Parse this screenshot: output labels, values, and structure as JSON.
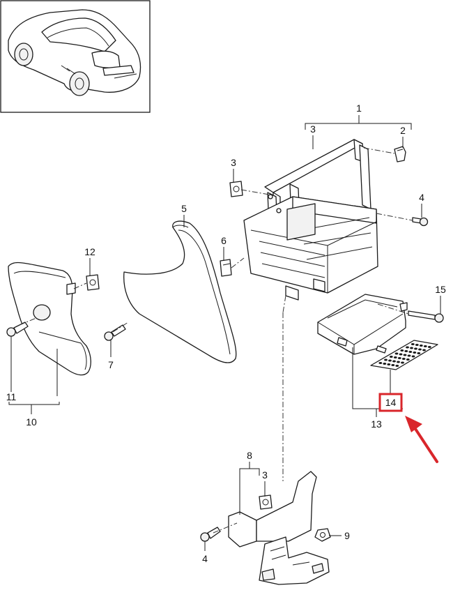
{
  "colors": {
    "highlight": "#d9262b",
    "line": "#1a1a1a",
    "background": "#ffffff"
  },
  "callouts": {
    "n1": "1",
    "n2": "2",
    "n3_top": "3",
    "n3_left": "3",
    "n3_bottom": "3",
    "n4_right": "4",
    "n4_bottom": "4",
    "n5": "5",
    "n6": "6",
    "n7": "7",
    "n8": "8",
    "n9": "9",
    "n10": "10",
    "n11": "11",
    "n12": "12",
    "n13": "13",
    "n14": "14",
    "n15": "15"
  },
  "highlight": {
    "part_number": "14",
    "arrow_icon": "red-arrow-icon"
  }
}
